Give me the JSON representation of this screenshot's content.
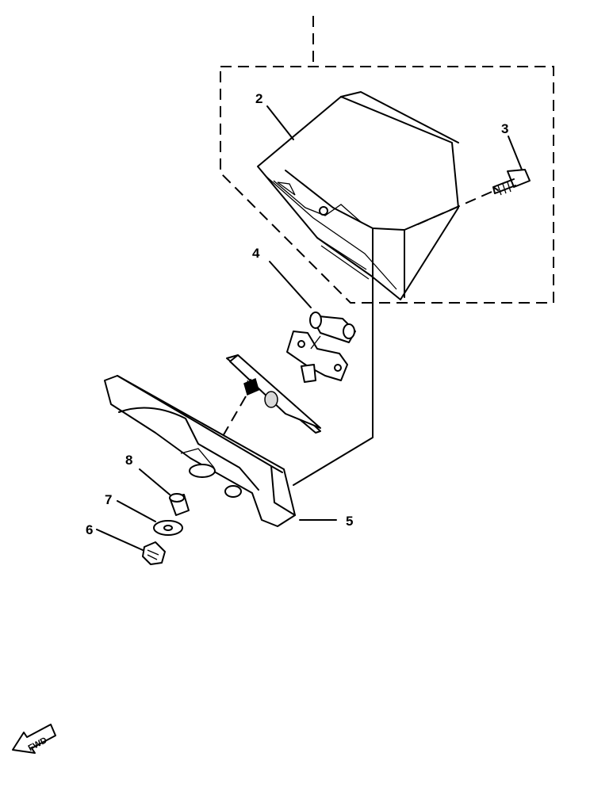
{
  "diagram": {
    "callouts": [
      {
        "id": "2",
        "label": "2"
      },
      {
        "id": "3",
        "label": "3"
      },
      {
        "id": "4",
        "label": "4"
      },
      {
        "id": "5",
        "label": "5"
      },
      {
        "id": "6",
        "label": "6"
      },
      {
        "id": "7",
        "label": "7"
      },
      {
        "id": "8",
        "label": "8"
      }
    ],
    "fwd_label": "FWD"
  }
}
